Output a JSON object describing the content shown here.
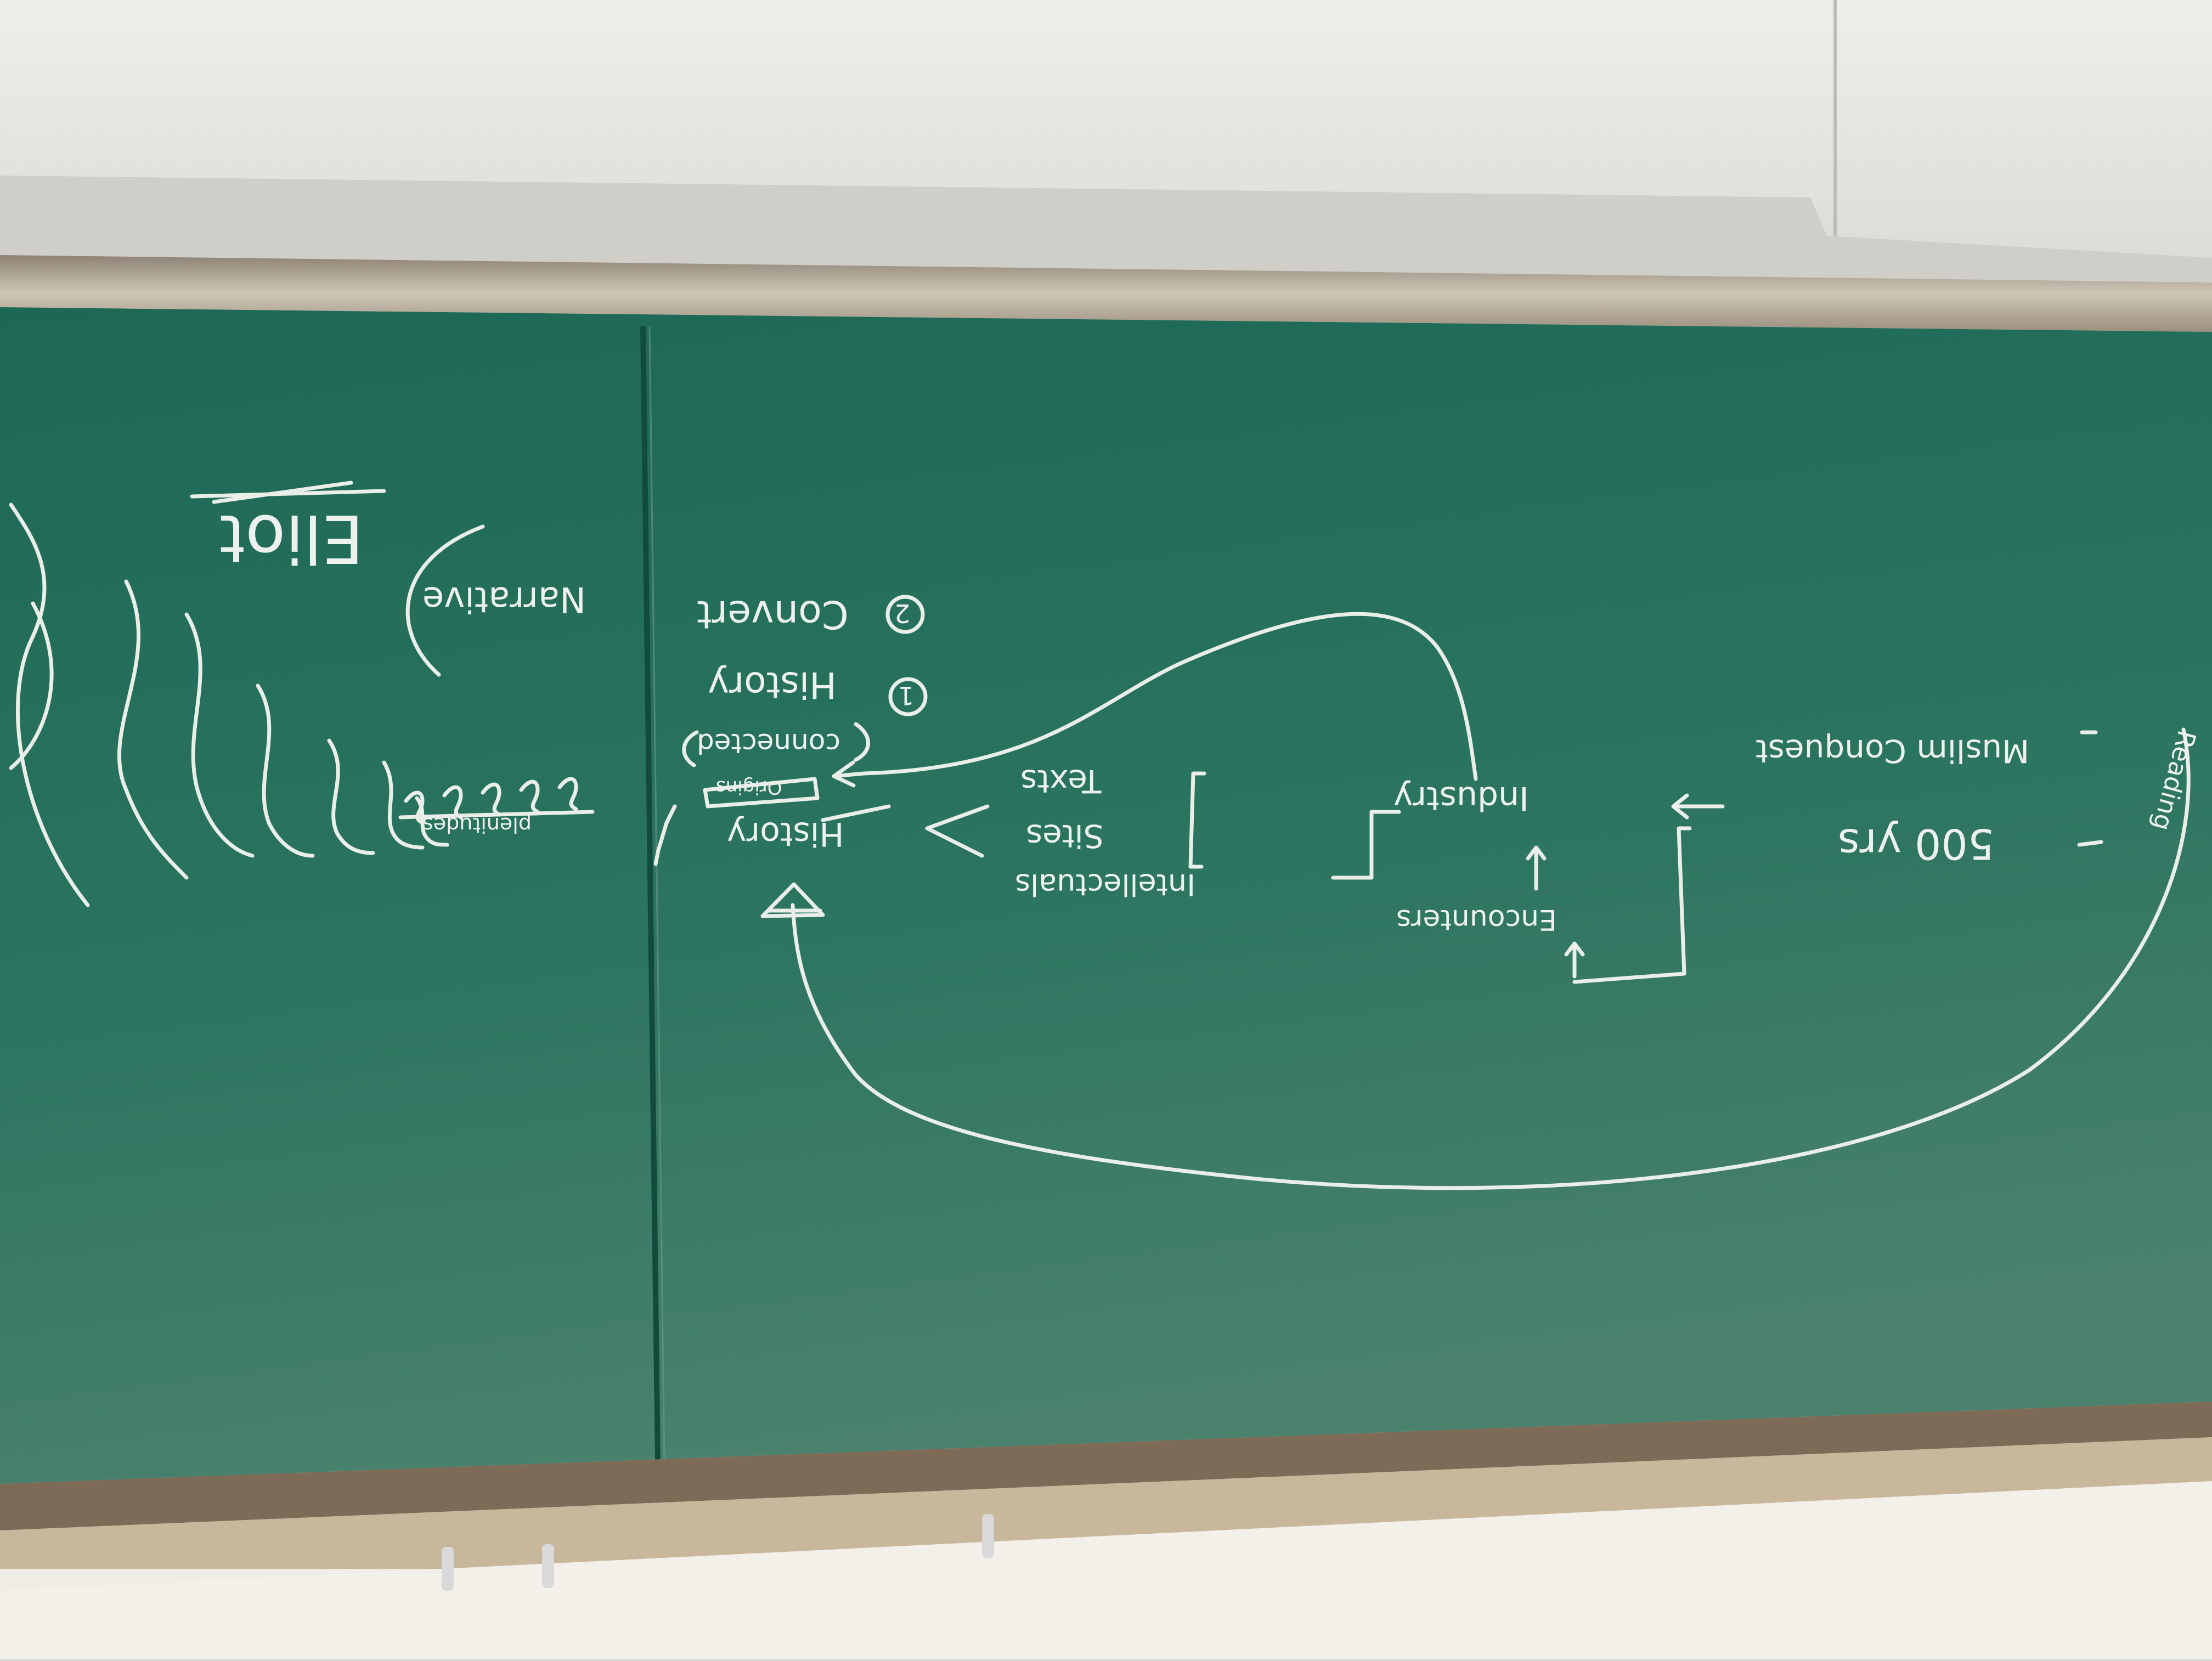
{
  "board": {
    "colors": {
      "wall": "#e4e3de",
      "board_top": "#1f6b57",
      "board_bottom": "#3f7f6a",
      "chalk": "#eef2ee",
      "frame": "#c7b79f",
      "wood": "#b9a68a"
    },
    "labels": {
      "eliot": "Eliot",
      "narrative": "Narrative",
      "num2": "2",
      "num1": "1",
      "convert": "Convert",
      "history_top": "History",
      "connected": "connected",
      "history_center": "History",
      "origins": "Origins",
      "plenitudes": "plenitudes",
      "texts": "Texts",
      "sites": "Sites",
      "intellectuals": "Intellectuals",
      "industry": "Industry",
      "encounters": "Encounters",
      "muslim_conquest": "Muslim Conquest",
      "date": "500 yrs",
      "reading": "Reading"
    }
  }
}
